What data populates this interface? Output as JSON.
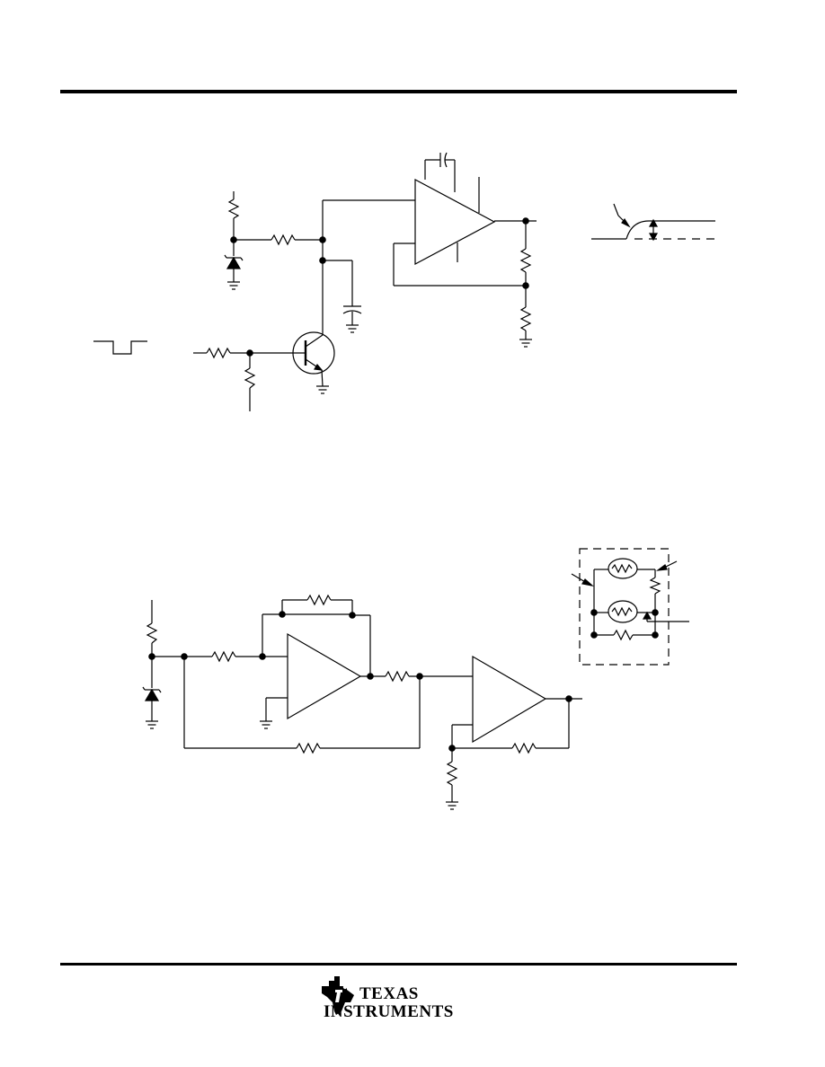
{
  "logo": {
    "line1": "TEXAS",
    "line2": "INSTRUMENTS",
    "brand": "Texas Instruments"
  },
  "colors": {
    "ink": "#000000",
    "paper": "#ffffff"
  },
  "icons": [
    "ti-logo-icon",
    "op-amp-icon",
    "resistor-icon",
    "capacitor-icon",
    "zener-diode-icon",
    "npn-transistor-icon",
    "ground-icon",
    "thermistor-icon",
    "pulse-waveform-icon",
    "step-response-icon"
  ]
}
